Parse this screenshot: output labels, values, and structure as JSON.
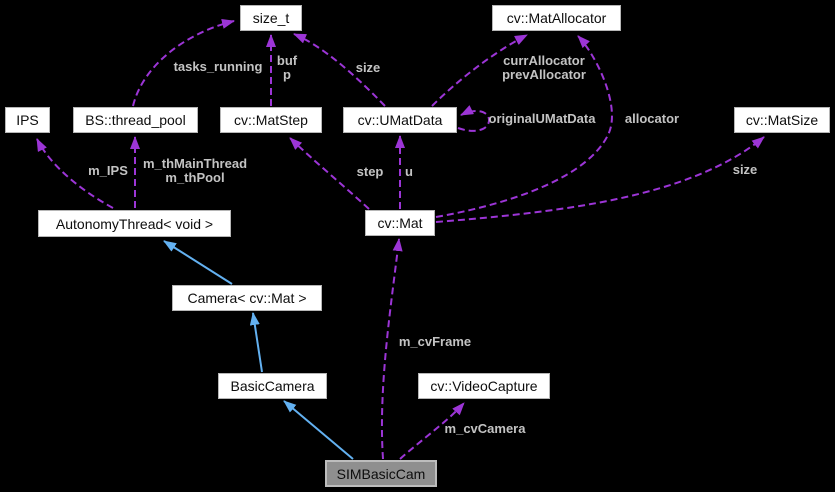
{
  "diagram": {
    "type": "collaboration-graph",
    "focus_node": "SIMBasicCam",
    "colors": {
      "background": "#000000",
      "node_fill": "#ffffff",
      "node_border": "#b6b6b6",
      "node_text": "#0d0d0d",
      "focus_fill": "#8f8f8f",
      "focus_border": "#bdbdbd",
      "edge_usage": "#9c35d6",
      "edge_inherit": "#63b1f1",
      "edge_label_text": "#c3c3c3"
    },
    "nodes": {
      "size_t": {
        "label": "size_t"
      },
      "mat_allocator": {
        "label": "cv::MatAllocator"
      },
      "ips": {
        "label": "IPS"
      },
      "thread_pool": {
        "label": "BS::thread_pool"
      },
      "mat_step": {
        "label": "cv::MatStep"
      },
      "umat_data": {
        "label": "cv::UMatData"
      },
      "mat_size": {
        "label": "cv::MatSize"
      },
      "autonomy_thread": {
        "label": "AutonomyThread< void >"
      },
      "mat": {
        "label": "cv::Mat"
      },
      "camera": {
        "label": "Camera< cv::Mat >"
      },
      "basic_camera": {
        "label": "BasicCamera"
      },
      "video_capture": {
        "label": "cv::VideoCapture"
      },
      "sim_basic_cam": {
        "label": "SIMBasicCam"
      }
    },
    "edge_labels": {
      "tasks_running": "tasks_running",
      "buf_p": "buf\np",
      "umatdata_size": "size",
      "curr_prev_allocator": "currAllocator\nprevAllocator",
      "original_umatdata": "originalUMatData",
      "allocator": "allocator",
      "mat_size": "size",
      "m_ips": "m_IPS",
      "m_thmainthread_thpool": "m_thMainThread\nm_thPool",
      "step": "step",
      "u": "u",
      "m_cvframe": "m_cvFrame",
      "m_cvcamera": "m_cvCamera"
    }
  }
}
